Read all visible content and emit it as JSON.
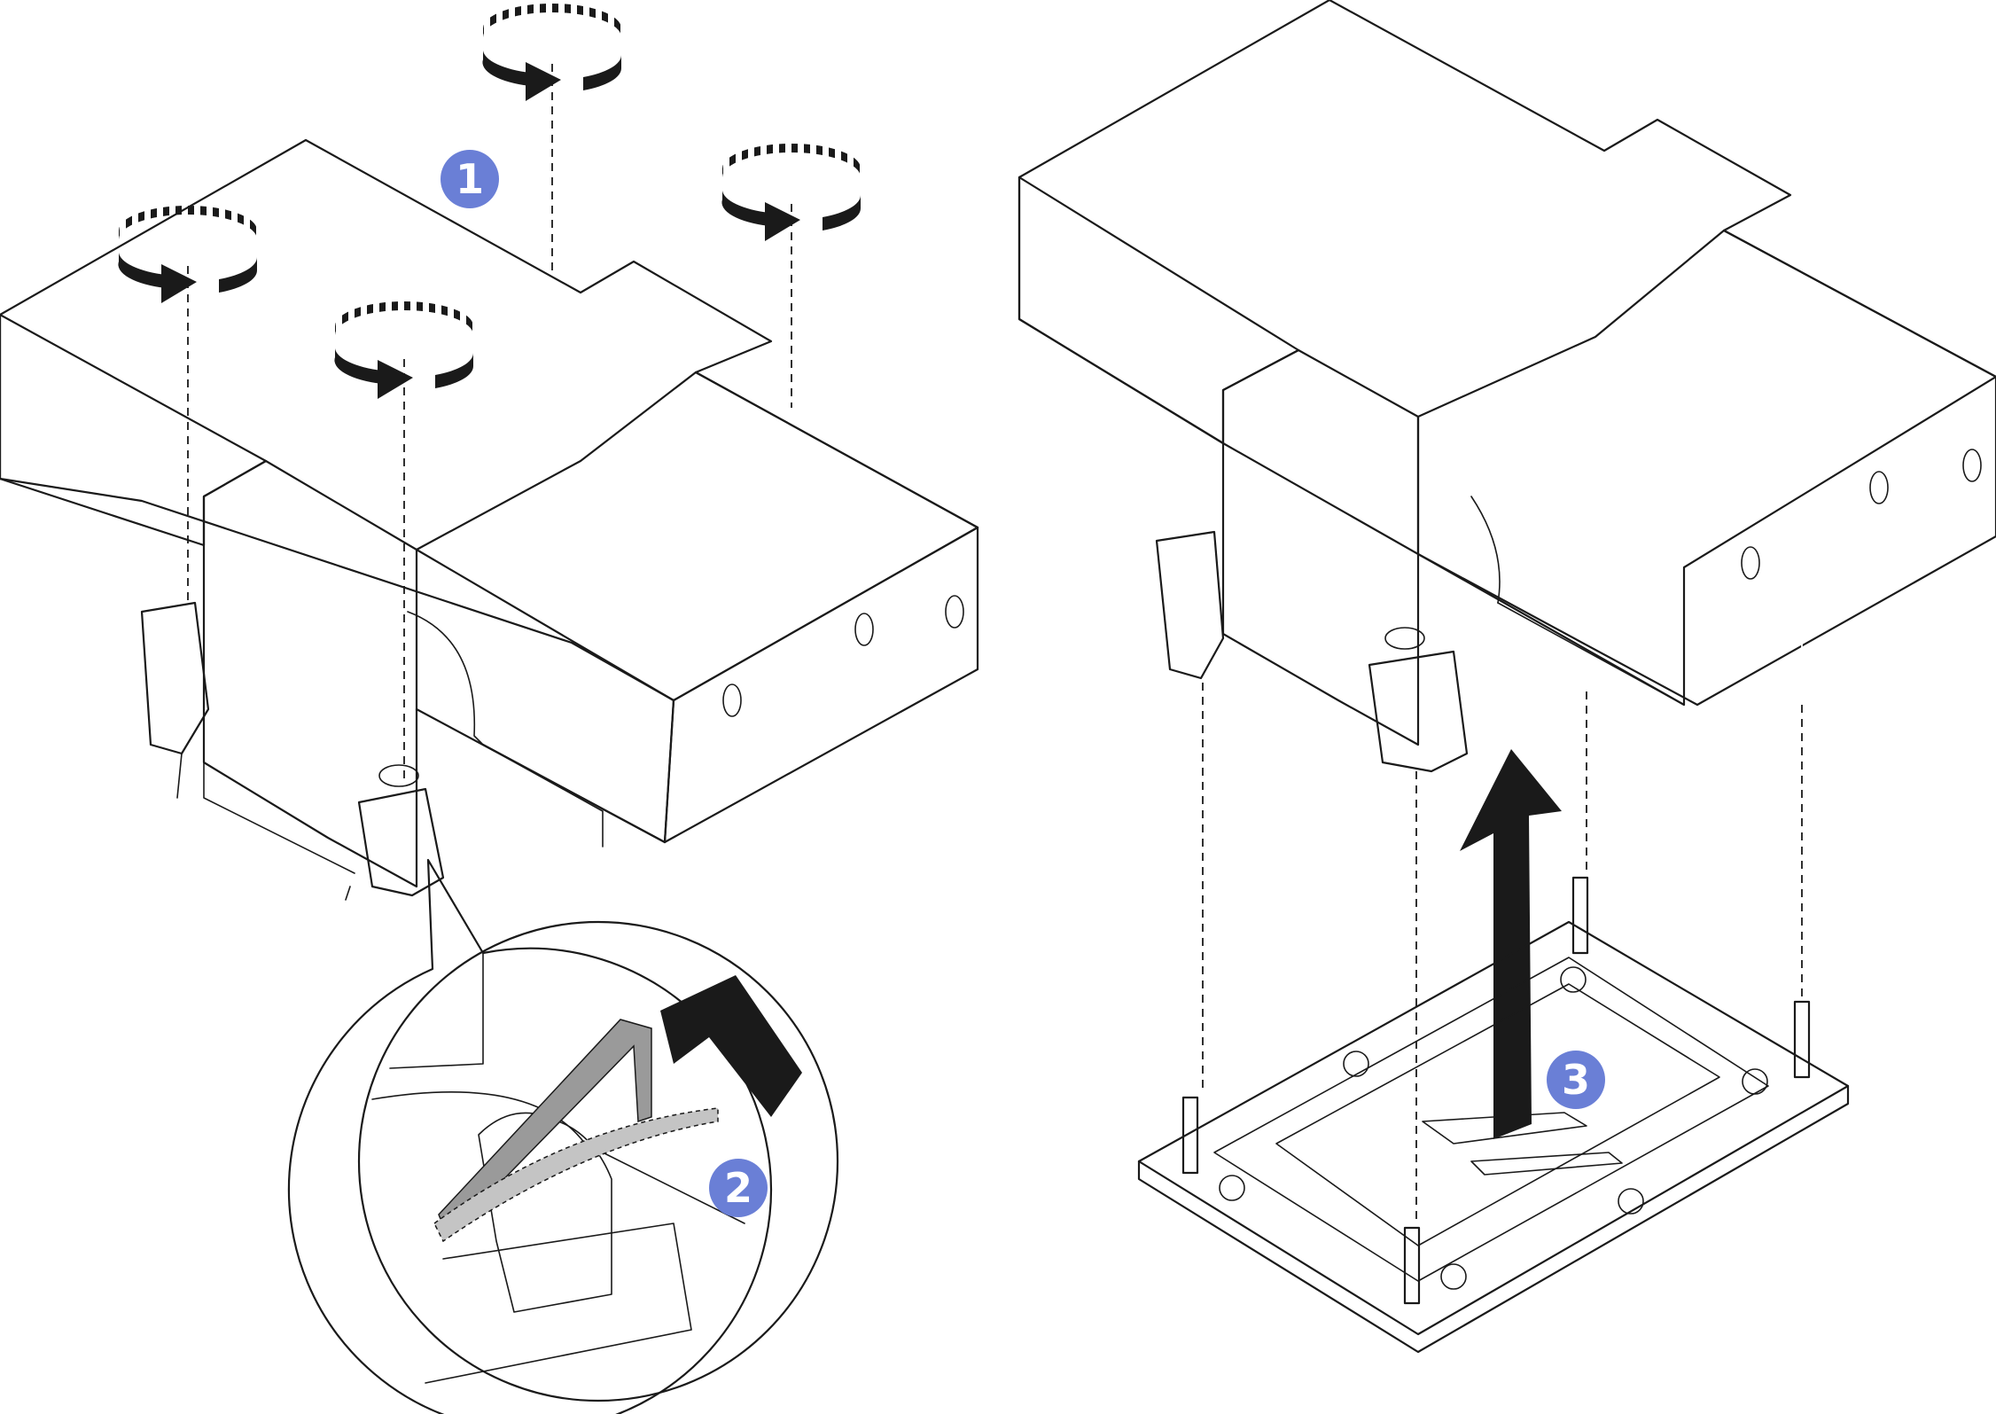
{
  "callouts": [
    {
      "label": "1"
    },
    {
      "label": "2"
    },
    {
      "label": "3"
    }
  ],
  "icons": {
    "rotate": "rotate-screw-icon",
    "lift": "lift-up-arrow-icon",
    "curved": "curved-arrow-icon"
  },
  "colors": {
    "callout": "#6a7fd6",
    "line": "#1a1a1a",
    "heatsink_removed": "#dcdddd",
    "heatsink_installed": "#ffffff",
    "arrow": "#1a1a1a",
    "wire": "#9a9a9a",
    "wire_dashed": "#c4c4c4"
  }
}
